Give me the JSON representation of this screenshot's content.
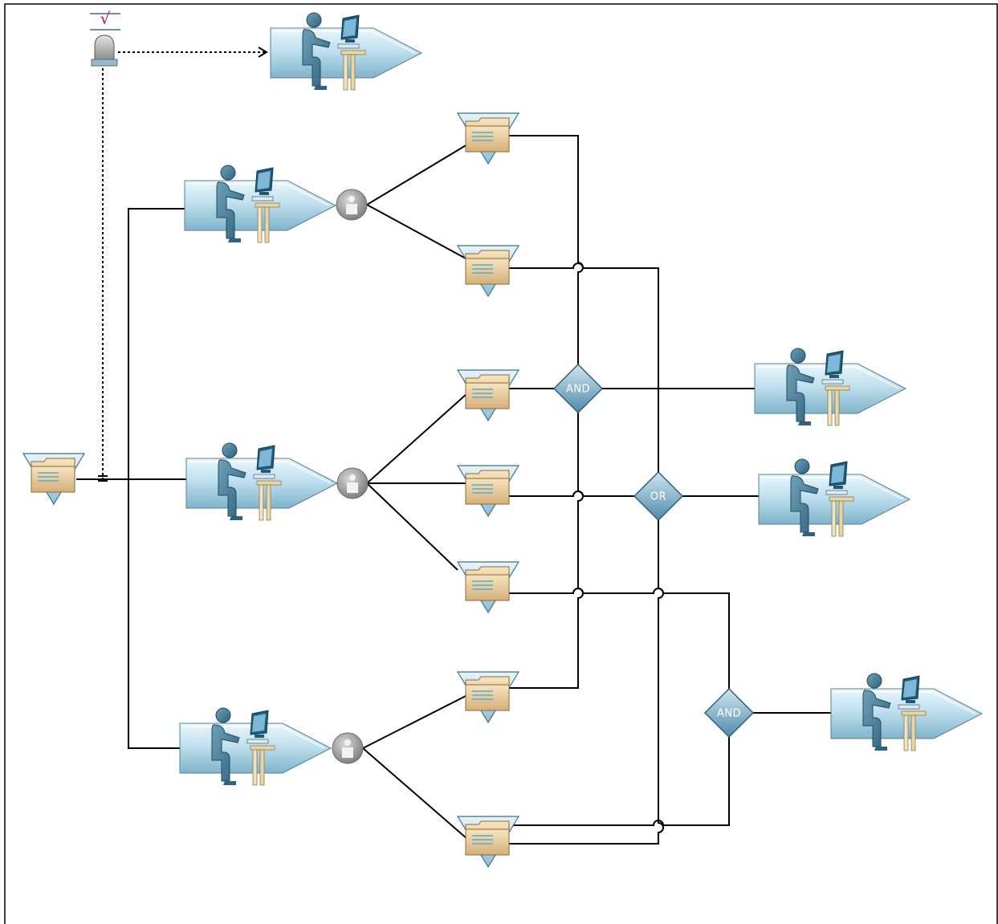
{
  "diagram": {
    "gates": [
      {
        "id": "gate-and-1",
        "label": "AND"
      },
      {
        "id": "gate-or-1",
        "label": "OR"
      },
      {
        "id": "gate-and-2",
        "label": "AND"
      }
    ],
    "event_marker": {
      "symbol": "√"
    }
  }
}
